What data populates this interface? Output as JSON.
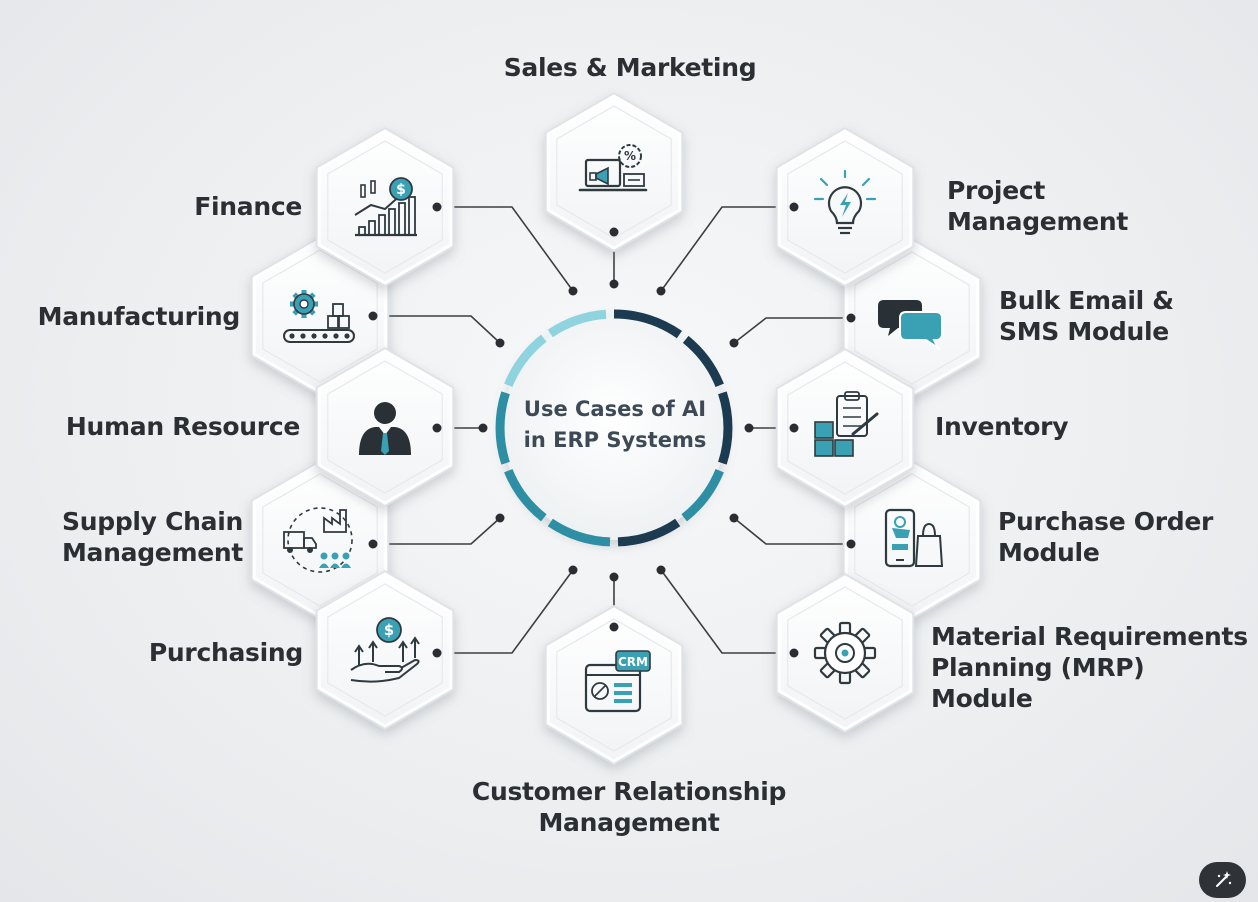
{
  "center": {
    "line1": "Use Cases of AI",
    "line2": "in ERP Systems"
  },
  "modules": [
    {
      "id": "sales",
      "label": "Sales & Marketing",
      "icon": "sales-marketing-icon"
    },
    {
      "id": "finance",
      "label": "Finance",
      "icon": "finance-growth-icon"
    },
    {
      "id": "manufacturing",
      "label": "Manufacturing",
      "icon": "manufacturing-conveyor-icon"
    },
    {
      "id": "hr",
      "label": "Human Resource",
      "icon": "person-icon"
    },
    {
      "id": "supply",
      "label": "Supply Chain\nManagement",
      "icon": "supply-chain-icon"
    },
    {
      "id": "purchasing",
      "label": "Purchasing",
      "icon": "purchasing-hand-coin-icon"
    },
    {
      "id": "crm",
      "label": "Customer Relationship\nManagement",
      "icon": "crm-icon"
    },
    {
      "id": "project",
      "label": "Project\nManagement",
      "icon": "lightbulb-icon"
    },
    {
      "id": "email",
      "label": "Bulk Email &\nSMS Module",
      "icon": "chat-bubbles-icon"
    },
    {
      "id": "inventory",
      "label": "Inventory",
      "icon": "inventory-clipboard-icon"
    },
    {
      "id": "purchase_order",
      "label": "Purchase Order\nModule",
      "icon": "mobile-shopping-icon"
    },
    {
      "id": "mrp",
      "label": "Material Requirements\nPlanning (MRP) Module",
      "icon": "gear-icon"
    }
  ],
  "colors": {
    "dark_teal": "#1c3b50",
    "teal": "#2e8ea3",
    "light_teal": "#8fd3df",
    "connector": "#3a3f44",
    "icon_stroke": "#2f3a40",
    "icon_accent": "#3aa0b4"
  },
  "fab": {
    "icon": "magic-wand-icon"
  }
}
